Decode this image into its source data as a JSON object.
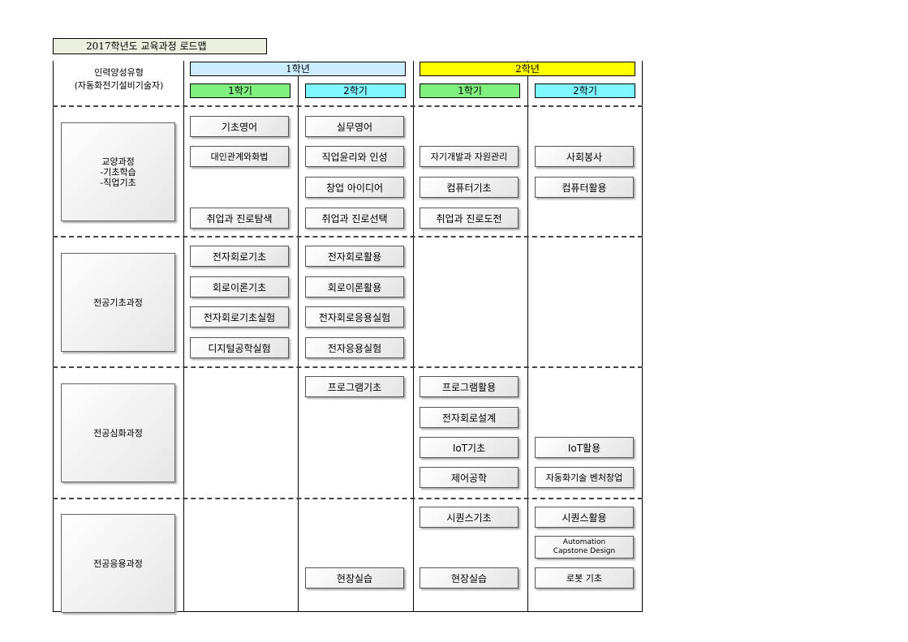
{
  "title": "2017학년도 교육과정 로드맵",
  "header": {
    "type_label": "인력양성유형",
    "type_sub": "(자동화전기설비기술자)",
    "grade1": "1학년",
    "grade2": "2학년",
    "term1": "1학기",
    "term2": "2학기",
    "term3": "1학기",
    "term4": "2학기"
  },
  "colors": {
    "grade1": "#ccecff",
    "grade2": "#ffff00",
    "term_green": "#80f07f",
    "term_cyan": "#7ff7ff",
    "title_bg": "#ebf1de"
  },
  "categories": {
    "cat1_line1": "교양과정",
    "cat1_line2": "-기초학습",
    "cat1_line3": "-직업기초",
    "cat2": "전공기초과정",
    "cat3": "전공심화과정",
    "cat4": "전공응용과정"
  },
  "courses": {
    "r1c1a": "기초영어",
    "r1c1b": "대인관계와화법",
    "r1c1c": "취업과 진로탐색",
    "r1c2a": "실무영어",
    "r1c2b": "직업윤리와 인성",
    "r1c2c": "창업 아이디어",
    "r1c2d": "취업과 진로선택",
    "r1c3a": "자기개발과 자원관리",
    "r1c3b": "컴퓨터기초",
    "r1c3c": "취업과 진로도전",
    "r1c4a": "사회봉사",
    "r1c4b": "컴퓨터활용",
    "r2c1a": "전자회로기초",
    "r2c1b": "회로이론기초",
    "r2c1c": "전자회로기초실험",
    "r2c1d": "디지털공학실험",
    "r2c2a": "전자회로활용",
    "r2c2b": "회로이론활용",
    "r2c2c": "전자회로응용실험",
    "r2c2d": "전자응용실험",
    "r3c2a": "프로그램기초",
    "r3c3a": "프로그램활용",
    "r3c3b": "전자회로설계",
    "r3c3c": "IoT기초",
    "r3c3d": "제어공학",
    "r3c4a": "IoT활용",
    "r3c4b": "자동화기술 벤처창업",
    "r4c2a": "현장실습",
    "r4c3a": "시퀀스기초",
    "r4c3b": "현장실습",
    "r4c4a": "시퀀스활용",
    "r4c4b_line1": "Automation",
    "r4c4b_line2": "Capstone Design",
    "r4c4c": "로봇 기초"
  }
}
